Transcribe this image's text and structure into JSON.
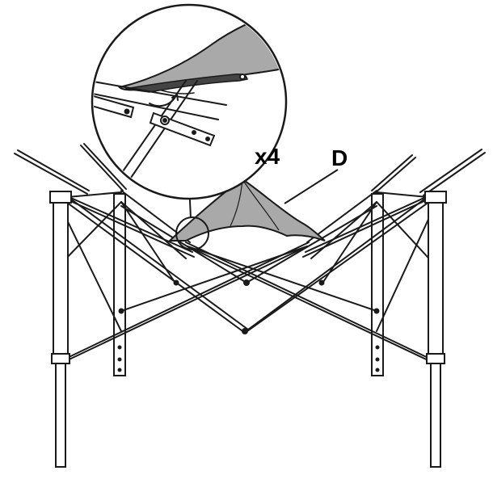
{
  "labels": {
    "count": "x4",
    "part": "D"
  },
  "colors": {
    "canopy_fill": "#a9a9a9",
    "line": "#1a1a1a",
    "background": "#ffffff"
  },
  "icons": {
    "detail": "magnified-connector-view"
  }
}
